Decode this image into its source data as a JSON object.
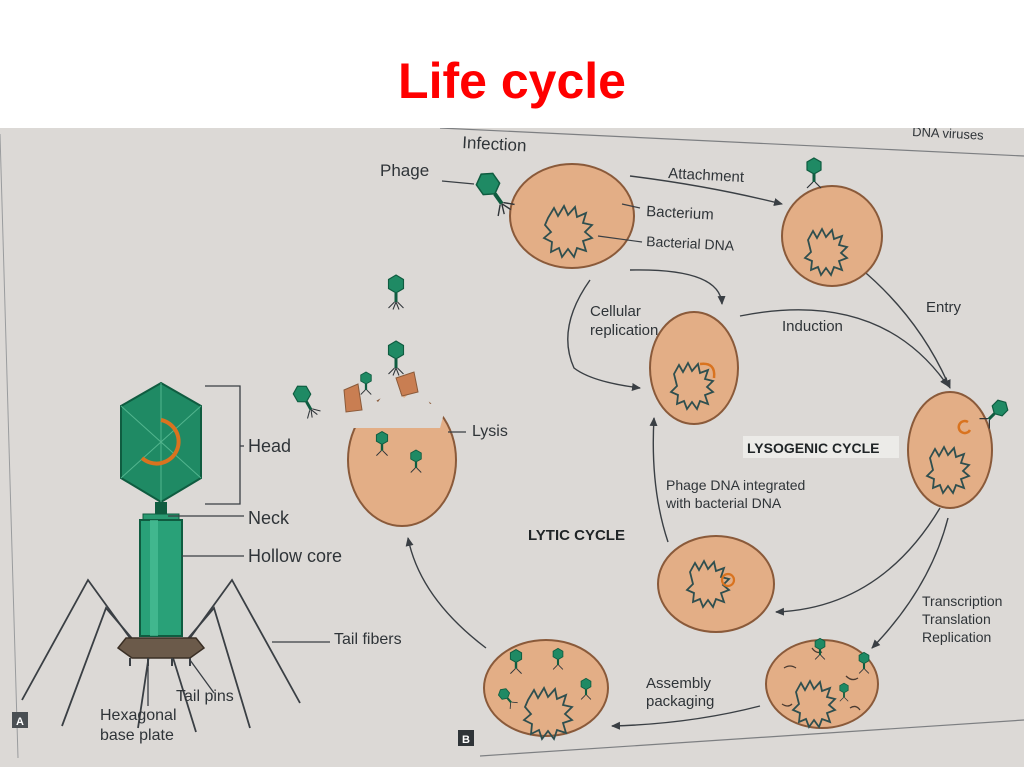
{
  "slide": {
    "title": "Life cycle"
  },
  "colors": {
    "title": "#ff0000",
    "cell_fill": "#e3ae86",
    "cell_stroke": "#8a5a3a",
    "phage": "#1f8a64",
    "phage_dark": "#0f5c40",
    "dna": "#2f4f4f",
    "prophage": "#d9731f",
    "paper": "#dcd9d6"
  },
  "panel_a": {
    "badge": "A",
    "labels": {
      "head": "Head",
      "neck": "Neck",
      "hollow_core": "Hollow core",
      "tail_fibers": "Tail fibers",
      "tail_pins": "Tail pins",
      "base_plate_1": "Hexagonal",
      "base_plate_2": "base plate"
    }
  },
  "panel_b": {
    "badge": "B",
    "corner_text": "DNA viruses",
    "labels": {
      "infection": "Infection",
      "phage": "Phage",
      "attachment": "Attachment",
      "bacterium": "Bacterium",
      "bacterial_dna": "Bacterial DNA",
      "entry": "Entry",
      "cellular_1": "Cellular",
      "cellular_2": "replication",
      "induction": "Induction",
      "lysogenic_cycle": "LYSOGENIC CYCLE",
      "integrated_1": "Phage DNA integrated",
      "integrated_2": "with bacterial DNA",
      "lytic_cycle": "LYTIC CYCLE",
      "lysis": "Lysis",
      "transcription": "Transcription",
      "translation": "Translation",
      "replication": "Replication",
      "assembly": "Assembly",
      "packaging": "packaging"
    }
  }
}
